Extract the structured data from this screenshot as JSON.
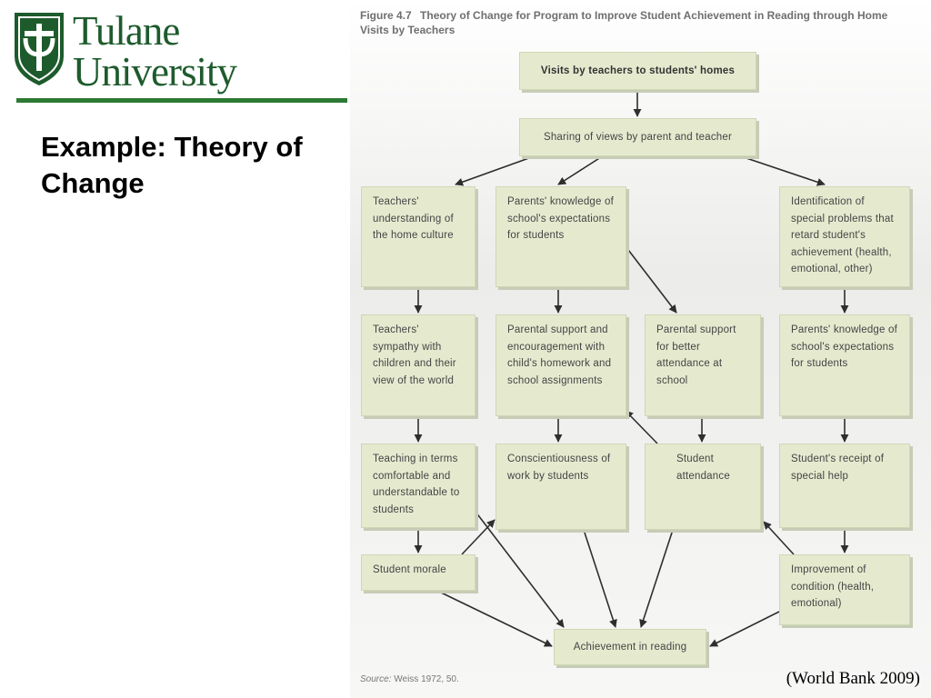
{
  "brand": {
    "name_line1": "Tulane",
    "name_line2": "University",
    "color": "#1e5b2c",
    "rule_color": "#2c7a34"
  },
  "slide": {
    "title": "Example: Theory of Change",
    "credit": "(World Bank 2009)"
  },
  "figure": {
    "caption_number": "Figure 4.7",
    "caption_text": "Theory of Change for Program to Improve Student Achievement in Reading through Home Visits by Teachers",
    "source_label": "Source:",
    "source_text": "Weiss 1972, 50."
  },
  "diagram": {
    "nodes": {
      "visits": "Visits by teachers to students' homes",
      "sharing": "Sharing of views by parent and teacher",
      "t_understanding": "Teachers' understanding of the home culture",
      "p_knowledge_1": "Parents' knowledge of school's expectations for students",
      "identification": "Identification of special problems that retard student's achievement (health, emotional, other)",
      "t_sympathy": "Teachers' sympathy with children and their view of the world",
      "p_support_homework": "Parental support and encouragement with child's homework and school assignments",
      "p_support_attendance": "Parental support for better attendance at school",
      "p_knowledge_2": "Parents' knowledge of school's expectations for students",
      "teaching_terms": "Teaching in terms comfortable and understandable to students",
      "conscientiousness": "Conscientiousness of work by students",
      "attendance": "Student attendance",
      "special_help": "Student's receipt of special help",
      "morale": "Student morale",
      "improvement": "Improvement of condition (health, emotional)",
      "achievement": "Achievement in reading"
    },
    "edges": [
      [
        "visits",
        "sharing"
      ],
      [
        "sharing",
        "t_understanding"
      ],
      [
        "sharing",
        "p_knowledge_1"
      ],
      [
        "sharing",
        "identification"
      ],
      [
        "t_understanding",
        "t_sympathy"
      ],
      [
        "p_knowledge_1",
        "p_support_homework"
      ],
      [
        "p_knowledge_1",
        "p_support_attendance"
      ],
      [
        "identification",
        "p_knowledge_2"
      ],
      [
        "t_sympathy",
        "teaching_terms"
      ],
      [
        "p_support_homework",
        "conscientiousness"
      ],
      [
        "p_support_attendance",
        "attendance"
      ],
      [
        "attendance",
        "p_support_homework"
      ],
      [
        "p_knowledge_2",
        "special_help"
      ],
      [
        "teaching_terms",
        "morale"
      ],
      [
        "teaching_terms",
        "achievement"
      ],
      [
        "morale",
        "conscientiousness"
      ],
      [
        "conscientiousness",
        "achievement"
      ],
      [
        "attendance",
        "achievement"
      ],
      [
        "special_help",
        "improvement"
      ],
      [
        "improvement",
        "attendance"
      ],
      [
        "morale",
        "achievement"
      ],
      [
        "improvement",
        "achievement"
      ]
    ]
  }
}
